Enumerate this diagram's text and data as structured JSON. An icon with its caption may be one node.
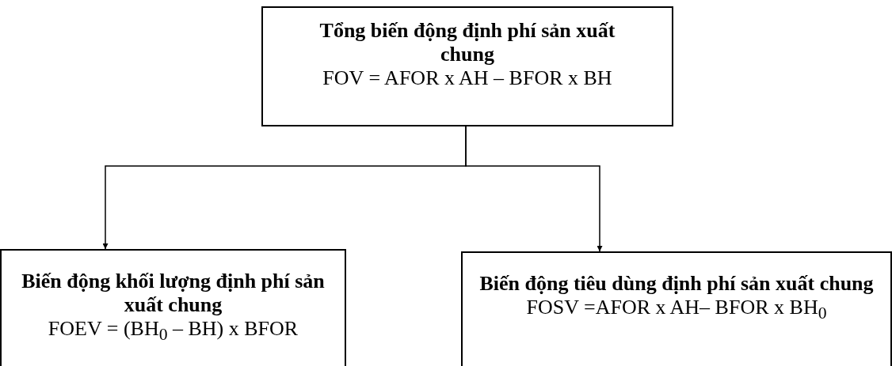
{
  "diagram": {
    "nodes": [
      {
        "text": [
          "Tổng biến động định phí sản xuất chung",
          "FOV = AFOR x AH – BFOR x BH"
        ]
      },
      {
        "text": [
          "Biến động khối lượng định phí sản xuất chung",
          "FOEV = (BH$_{0}$ – BH) x BFOR"
        ]
      },
      {
        "text": [
          "Biến động tiêu dùng định phí sản xuất chung",
          "FOSV =AFOR x AH– BFOR x BH$_{0}$"
        ]
      }
    ],
    "edges": [
      {
        "from": 0,
        "to": 1,
        "arrow": "to"
      },
      {
        "from": 0,
        "to": 2,
        "arrow": "to"
      }
    ]
  }
}
